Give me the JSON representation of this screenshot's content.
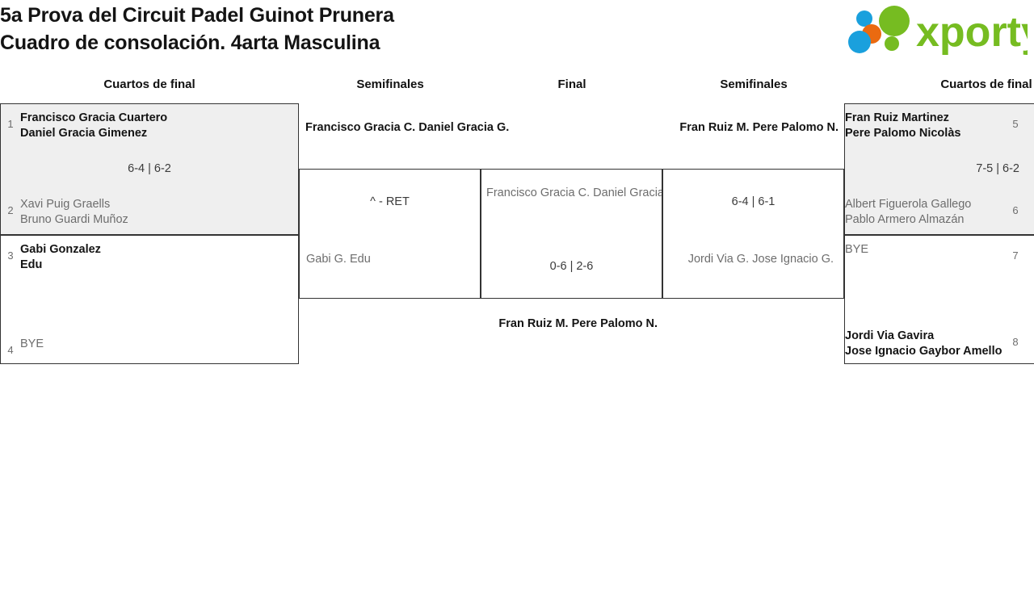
{
  "header": {
    "title_line1": "5a Prova del Circuit Padel Guinot Prunera",
    "title_line2": "Cuadro de consolación. 4arta Masculina",
    "logo_text": "xporty",
    "logo_colors": {
      "green": "#76bc21",
      "orange": "#ea6a10",
      "blue": "#1aa0dd"
    }
  },
  "rounds": [
    {
      "label": "Cuartos de final"
    },
    {
      "label": "Semifinales"
    },
    {
      "label": "Final"
    },
    {
      "label": "Semifinales"
    },
    {
      "label": "Cuartos de final"
    }
  ],
  "bracket": {
    "left_quarterfinals": [
      {
        "score": "6-4 | 6-2",
        "teams": [
          {
            "seed": "1",
            "player1": "Francisco Gracia Cuartero",
            "player2": "Daniel Gracia Gimenez",
            "result": "winner"
          },
          {
            "seed": "2",
            "player1": "Xavi Puig Graells",
            "player2": "Bruno Guardi Muñoz",
            "result": "loser"
          }
        ]
      },
      {
        "score": "",
        "teams": [
          {
            "seed": "3",
            "player1": "Gabi Gonzalez",
            "player2": "Edu",
            "result": "winner"
          },
          {
            "seed": "4",
            "player1": "BYE",
            "player2": "",
            "result": "loser"
          }
        ]
      }
    ],
    "left_semifinal": {
      "score": "^ - RET",
      "teams": [
        {
          "player1": "Francisco Gracia C.",
          "player2": "Daniel Gracia G.",
          "result": "winner"
        },
        {
          "player1": "Gabi G.",
          "player2": "Edu",
          "result": "loser"
        }
      ]
    },
    "final": {
      "score": "0-6 | 2-6",
      "teams": [
        {
          "player1": "Francisco Gracia C.",
          "player2": "Daniel Gracia G.",
          "result": "loser"
        },
        {
          "player1": "Fran Ruiz M.",
          "player2": "Pere Palomo N.",
          "result": "winner"
        }
      ]
    },
    "right_semifinal": {
      "score": "6-4 | 6-1",
      "teams": [
        {
          "player1": "Fran Ruiz M.",
          "player2": "Pere Palomo N.",
          "result": "winner"
        },
        {
          "player1": "Jordi Via G.",
          "player2": "Jose Ignacio G.",
          "result": "loser"
        }
      ]
    },
    "right_quarterfinals": [
      {
        "score": "7-5 | 6-2",
        "teams": [
          {
            "seed": "5",
            "player1": "Fran Ruiz Martinez",
            "player2": "Pere Palomo Nicolàs",
            "result": "winner"
          },
          {
            "seed": "6",
            "player1": "Albert Figuerola Gallego",
            "player2": "Pablo Armero Almazán",
            "result": "loser"
          }
        ]
      },
      {
        "score": "",
        "teams": [
          {
            "seed": "7",
            "player1": "BYE",
            "player2": "",
            "result": "loser"
          },
          {
            "seed": "8",
            "player1": "Jordi Via Gavira",
            "player2": "Jose Ignacio Gaybor Amello",
            "result": "winner"
          }
        ]
      }
    ],
    "champion": {
      "player1": "Fran Ruiz M.",
      "player2": "Pere Palomo N."
    }
  }
}
